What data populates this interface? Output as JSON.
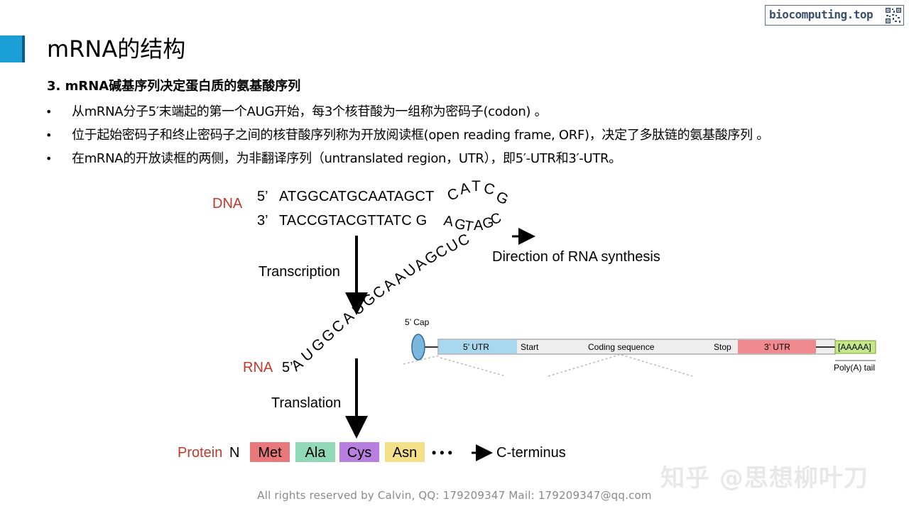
{
  "slide": {
    "title": "mRNA的结构",
    "brand": "biocomputing.top",
    "subheading": "3. mRNA碱基序列决定蛋白质的氨基酸序列",
    "bullets": [
      "从mRNA分子5′末端起的第一个AUG开始，每3个核苷酸为一组称为密码子(codon) 。",
      "位于起始密码子和终止密码子之间的核苷酸序列称为开放阅读框(open reading frame, ORF)，决定了多肽链的氨基酸序列 。",
      "在mRNA的开放读框的两侧，为非翻译序列（untranslated  region，UTR），即5′-UTR和3′-UTR。"
    ],
    "bullet_symbol": "•",
    "footer": "All rights reserved by Calvin,  QQ: 179209347   Mail: 179209347@qq.com",
    "watermark": "知乎 @思想柳叶刀"
  },
  "diagram": {
    "dna_label": "DNA",
    "dna_top_prefix": "5’",
    "dna_top_seq": "ATGGCATGCAATAGCT",
    "dna_top_curve": [
      "C",
      "A",
      "T",
      "C",
      "G"
    ],
    "dna_bottom_prefix": "3’",
    "dna_bottom_seq": "TACCGTACGTTATC G",
    "dna_bottom_curve": [
      "A",
      "G",
      "T",
      "A",
      "G",
      "C"
    ],
    "direction_label": "Direction of RNA synthesis",
    "transcription_label": "Transcription",
    "rna_label": "RNA",
    "rna_prefix": "5’",
    "rna_seq": [
      "A",
      "U",
      "G",
      "G",
      "C",
      "A",
      "U",
      "G",
      "C",
      "A",
      "A",
      "U",
      "A",
      "G",
      "C",
      "U",
      "C"
    ],
    "translation_label": "Translation",
    "protein_label": "Protein",
    "protein_n": "N",
    "amino_acids": [
      {
        "name": "Met",
        "color": "#e8787a"
      },
      {
        "name": "Ala",
        "color": "#8fd9b6"
      },
      {
        "name": "Cys",
        "color": "#b87ee0"
      },
      {
        "name": "Asn",
        "color": "#f5e08a"
      }
    ],
    "ellipsis": "• • •",
    "c_terminus": "C-terminus",
    "mrna": {
      "cap_label": "5’ Cap",
      "utr5": "5’ UTR",
      "start": "Start",
      "coding": "Coding sequence",
      "stop": "Stop",
      "utr3": "3’ UTR",
      "polya_box": "[AAAAA]",
      "polya_label": "Poly(A) tail",
      "colors": {
        "utr5": "#a8d8ef",
        "utr3": "#f08a8e",
        "polya": "#c5e88a",
        "cap": "#7ab8e0",
        "body": "#eeeeee"
      }
    },
    "label_color": "#c0392b"
  }
}
